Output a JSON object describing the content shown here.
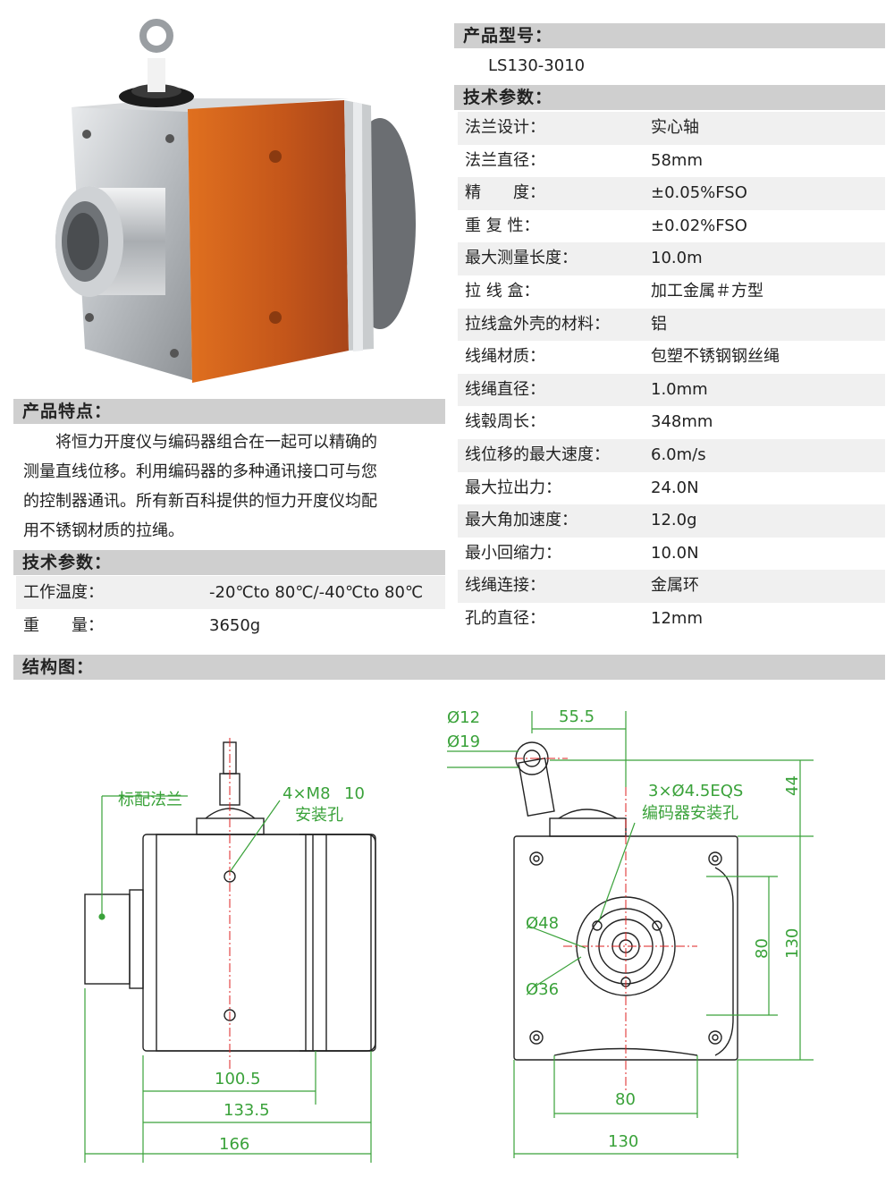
{
  "model_section": {
    "title": "产品型号：",
    "model": "LS130-3010"
  },
  "specs_section": {
    "title": "技术参数：",
    "rows": [
      {
        "k": "法兰设计：",
        "v": "实心轴"
      },
      {
        "k": "法兰直径：",
        "v": "58mm"
      },
      {
        "k": "精　　度：",
        "v": "±0.05%FSO"
      },
      {
        "k": "重 复 性：",
        "v": "±0.02%FSO"
      },
      {
        "k": "最大测量长度：",
        "v": "10.0m"
      },
      {
        "k": "拉 线 盒：",
        "v": "加工金属＃方型"
      },
      {
        "k": "拉线盒外壳的材料：",
        "v": "铝"
      },
      {
        "k": "线绳材质：",
        "v": "包塑不锈钢钢丝绳"
      },
      {
        "k": "线绳直径：",
        "v": "1.0mm"
      },
      {
        "k": "线毂周长：",
        "v": "348mm"
      },
      {
        "k": "线位移的最大速度：",
        "v": "6.0m/s"
      },
      {
        "k": "最大拉出力：",
        "v": "24.0N"
      },
      {
        "k": "最大角加速度：",
        "v": "12.0g"
      },
      {
        "k": "最小回缩力：",
        "v": "10.0N"
      },
      {
        "k": "线绳连接：",
        "v": "金属环"
      },
      {
        "k": "孔的直径：",
        "v": "12mm"
      }
    ]
  },
  "features_section": {
    "title": "产品特点：",
    "lines": [
      "将恒力开度仪与编码器组合在一起可以精确的",
      "测量直线位移。利用编码器的多种通讯接口可与您",
      "的控制器通讯。所有新百科提供的恒力开度仪均配",
      "用不锈钢材质的拉绳。"
    ]
  },
  "tech2_section": {
    "title": "技术参数：",
    "rows": [
      {
        "k": "工作温度：",
        "v": "-20℃to 80℃/-40℃to 80℃"
      },
      {
        "k": "重　　量：",
        "v": "3650g"
      }
    ]
  },
  "drawing_section": {
    "title": "结构图：",
    "left": {
      "flange_label": "标配法兰",
      "thread_label": "4×M8",
      "thread_depth": "10",
      "mount_label": "安装孔",
      "dim_1": "100.5",
      "dim_2": "133.5",
      "dim_3": "166"
    },
    "right": {
      "d12": "Ø12",
      "d19": "Ø19",
      "dim_55": "55.5",
      "dim_44": "44",
      "enc_label_1": "3×Ø4.5EQS",
      "enc_label_2": "编码器安装孔",
      "d48": "Ø48",
      "d36": "Ø36",
      "dim_80v": "80",
      "dim_130v": "130",
      "dim_80h": "80",
      "dim_130h": "130"
    }
  },
  "colors": {
    "accent_orange": "#d4621a",
    "dim_green": "#3aa23a",
    "center_red": "#d22",
    "header_gray": "#cfcfcf"
  }
}
